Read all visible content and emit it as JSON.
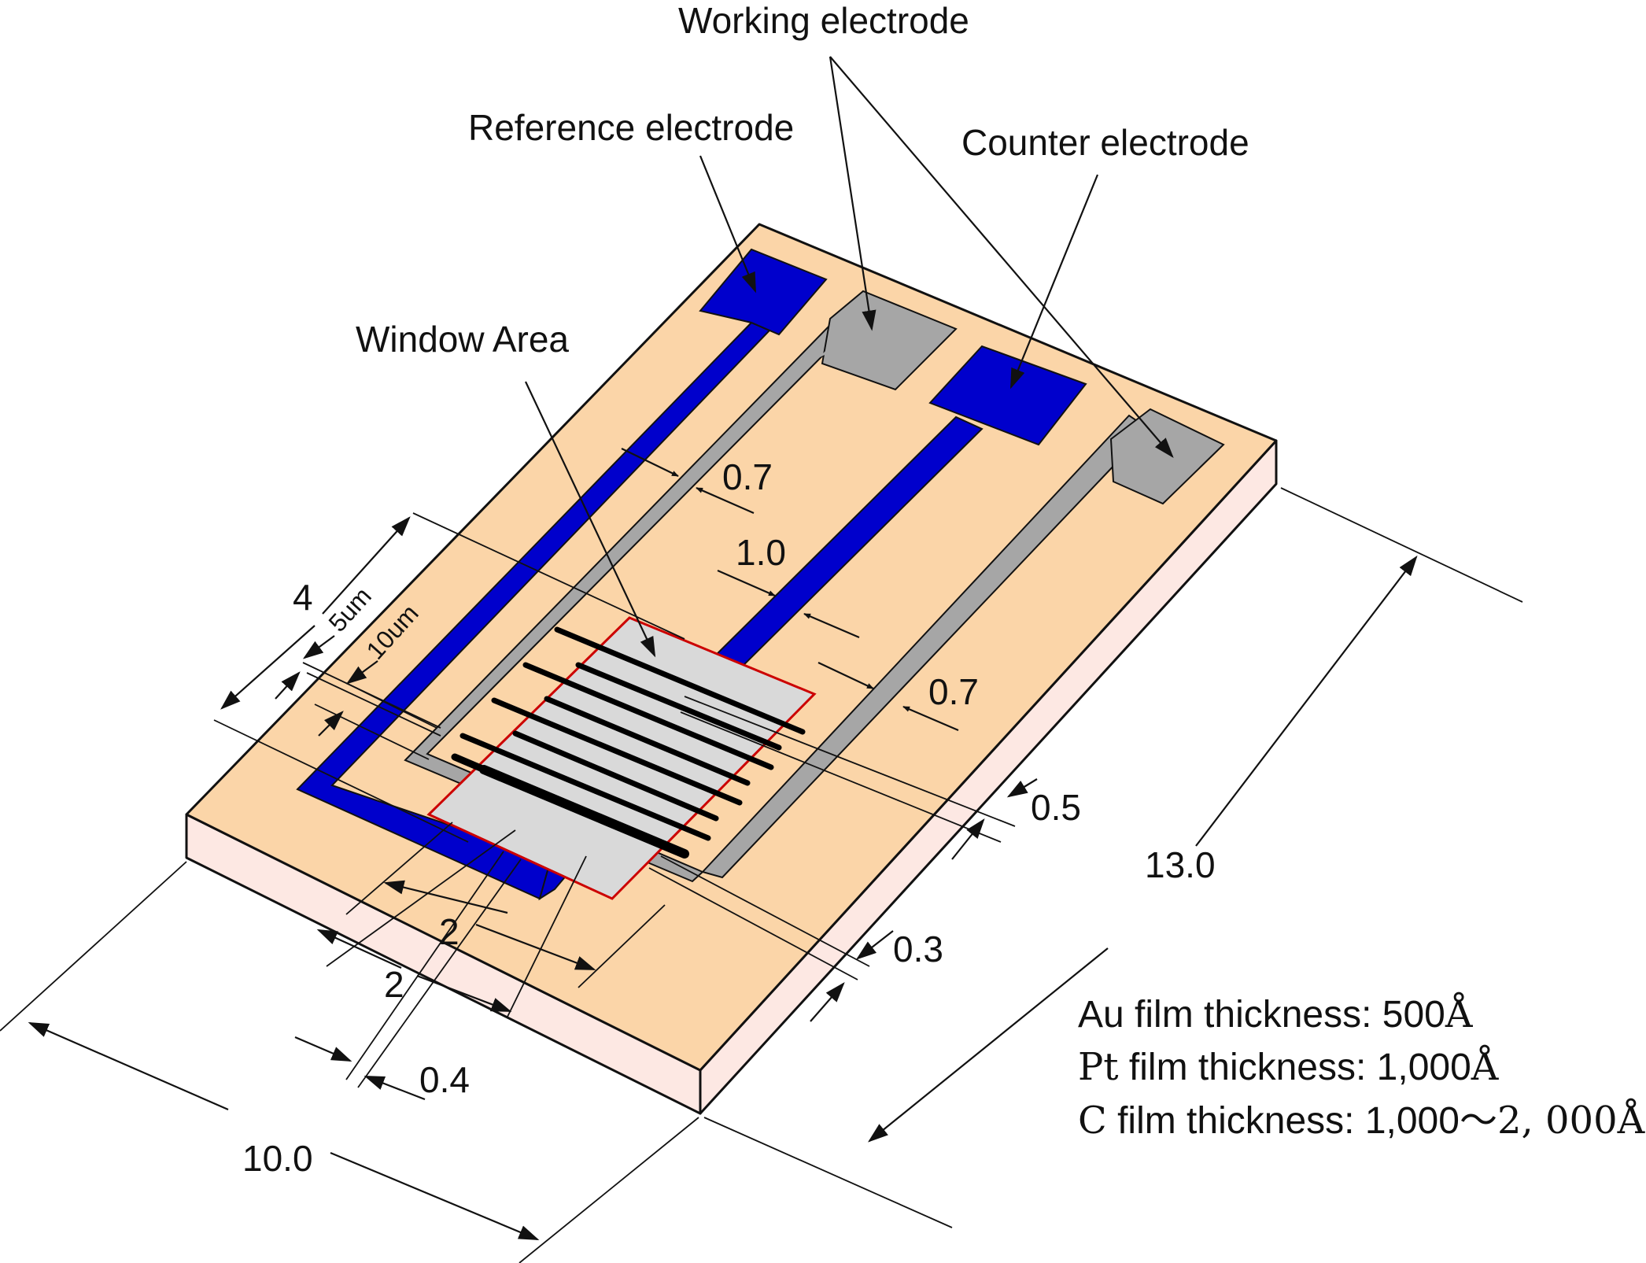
{
  "callouts": {
    "working_electrode": "Working electrode",
    "reference_electrode": "Reference electrode",
    "counter_electrode": "Counter electrode",
    "window_area": "Window Area"
  },
  "dimensions": {
    "d_0_7_upper": "0.7",
    "d_1_0": "1.0",
    "d_0_7_lower": "0.7",
    "d_0_5": "0.5",
    "d_13_0": "13.0",
    "d_0_3": "0.3",
    "d_4": "4",
    "d_5um": "5um",
    "d_10um": "10um",
    "d_2_upper": "2",
    "d_2_lower": "2",
    "d_0_4": "0.4",
    "d_10_0": "10.0"
  },
  "specs": {
    "au": {
      "label": "Au film thickness: 500",
      "unit": "Å"
    },
    "pt": {
      "prefix": "Pt",
      "label": " film thickness: 1,000",
      "unit": "Å"
    },
    "c": {
      "prefix": "C",
      "label": " film thickness: 1,000",
      "range": "～2, 000",
      "unit": "Å"
    }
  },
  "colors": {
    "substrate_top": "#FBD5A8",
    "substrate_side": "#FDE8E3",
    "au_electrode": "#0000CC",
    "pt_electrode": "#A6A6A6",
    "window_fill": "#D9D9D9",
    "window_border": "#CC0000",
    "carbon_lines": "#000000"
  },
  "icons": [
    "arrow-icon"
  ]
}
